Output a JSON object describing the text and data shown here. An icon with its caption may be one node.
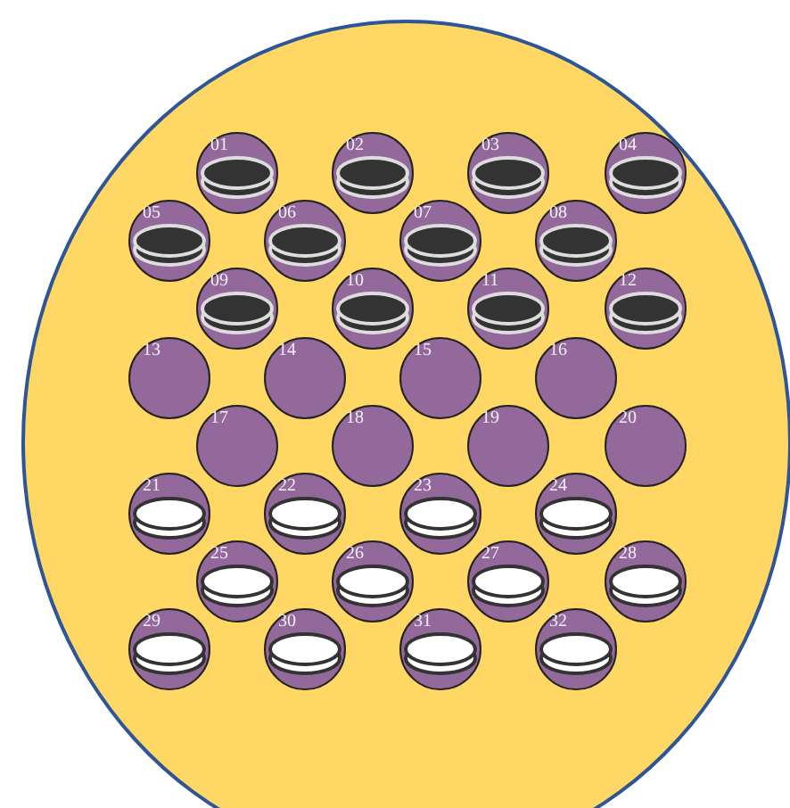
{
  "diagram": {
    "nodes": [
      {
        "text": [
          "01"
        ]
      },
      {
        "text": [
          "02"
        ]
      },
      {
        "text": [
          "03"
        ]
      },
      {
        "text": [
          "04"
        ]
      },
      {
        "text": [
          "05"
        ]
      },
      {
        "text": [
          "06"
        ]
      },
      {
        "text": [
          "07"
        ]
      },
      {
        "text": [
          "08"
        ]
      },
      {
        "text": [
          "09"
        ]
      },
      {
        "text": [
          "10"
        ]
      },
      {
        "text": [
          "11"
        ]
      },
      {
        "text": [
          "12"
        ]
      },
      {
        "text": [
          "13"
        ]
      },
      {
        "text": [
          "14"
        ]
      },
      {
        "text": [
          "15"
        ]
      },
      {
        "text": [
          "16"
        ]
      },
      {
        "text": [
          "17"
        ]
      },
      {
        "text": [
          "18"
        ]
      },
      {
        "text": [
          "19"
        ]
      },
      {
        "text": [
          "20"
        ]
      },
      {
        "text": [
          "21"
        ]
      },
      {
        "text": [
          "22"
        ]
      },
      {
        "text": [
          "23"
        ]
      },
      {
        "text": [
          "24"
        ]
      },
      {
        "text": [
          "25"
        ]
      },
      {
        "text": [
          "26"
        ]
      },
      {
        "text": [
          "27"
        ]
      },
      {
        "text": [
          "28"
        ]
      },
      {
        "text": [
          "29"
        ]
      },
      {
        "text": [
          "30"
        ]
      },
      {
        "text": [
          "31"
        ]
      },
      {
        "text": [
          "32"
        ]
      }
    ]
  }
}
